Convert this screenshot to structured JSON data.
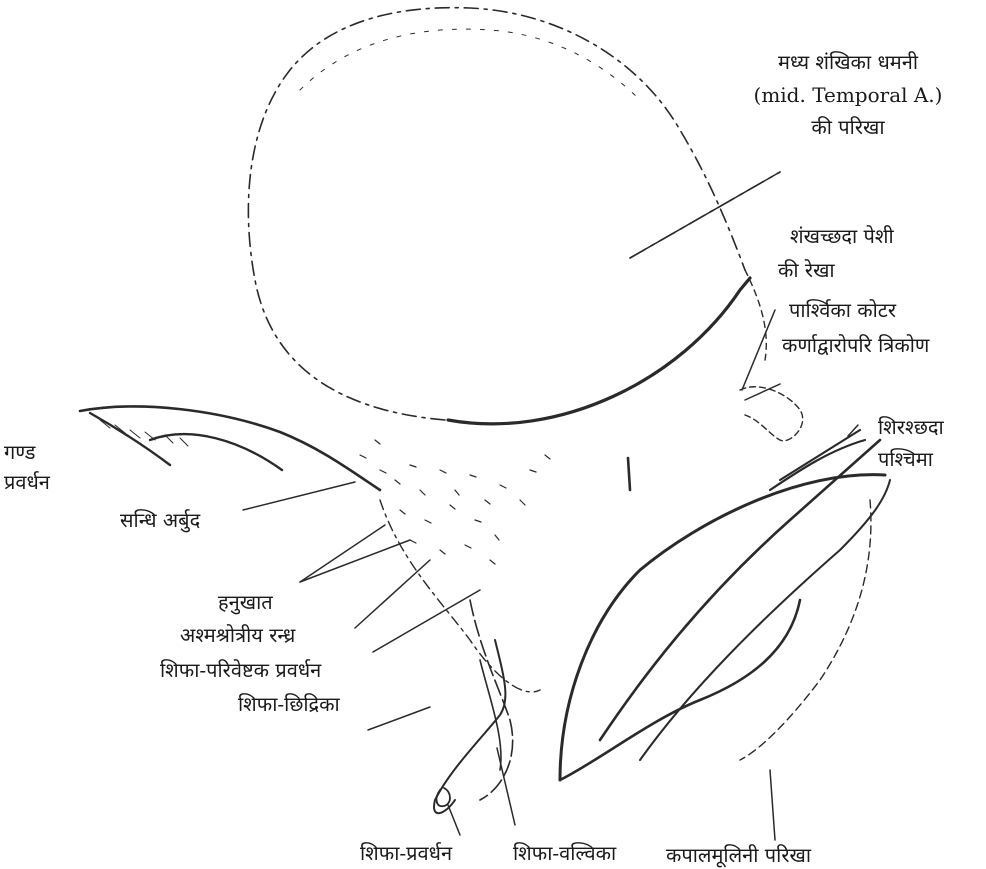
{
  "labels": {
    "mid_temporal_1": "मध्य शंखिका धमनी",
    "mid_temporal_2": "(mid. Temporal A.)",
    "mid_temporal_3": "की परिखा",
    "temporalis_1": "शंखच्छदा पेशी",
    "temporalis_2": "की रेखा",
    "parietal_notch": "पार्श्विका कोटर",
    "suprameatal": "कर्णाद्वारोपरि त्रिकोण",
    "occipitalis_1": "शिरश्छदा",
    "occipitalis_2": "पश्चिमा",
    "zygomatic_1": "गण्ड",
    "zygomatic_2": "प्रवर्धन",
    "articular_tubercle": "सन्धि अर्बुद",
    "mandibular_fossa": "हनुखात",
    "petrotympanic_fissure": "अश्मश्रोत्रीय रन्ध्र",
    "vaginal_process": "शिफा-परिवेष्टक प्रवर्धन",
    "stylomastoid": "शिफा-छिद्रिका",
    "styloid_process": "शिफा-प्रवर्धन",
    "styloid_sheath": "शिफा-वल्विका",
    "mastoid_notch": "कपालमूलिनी परिखा"
  }
}
